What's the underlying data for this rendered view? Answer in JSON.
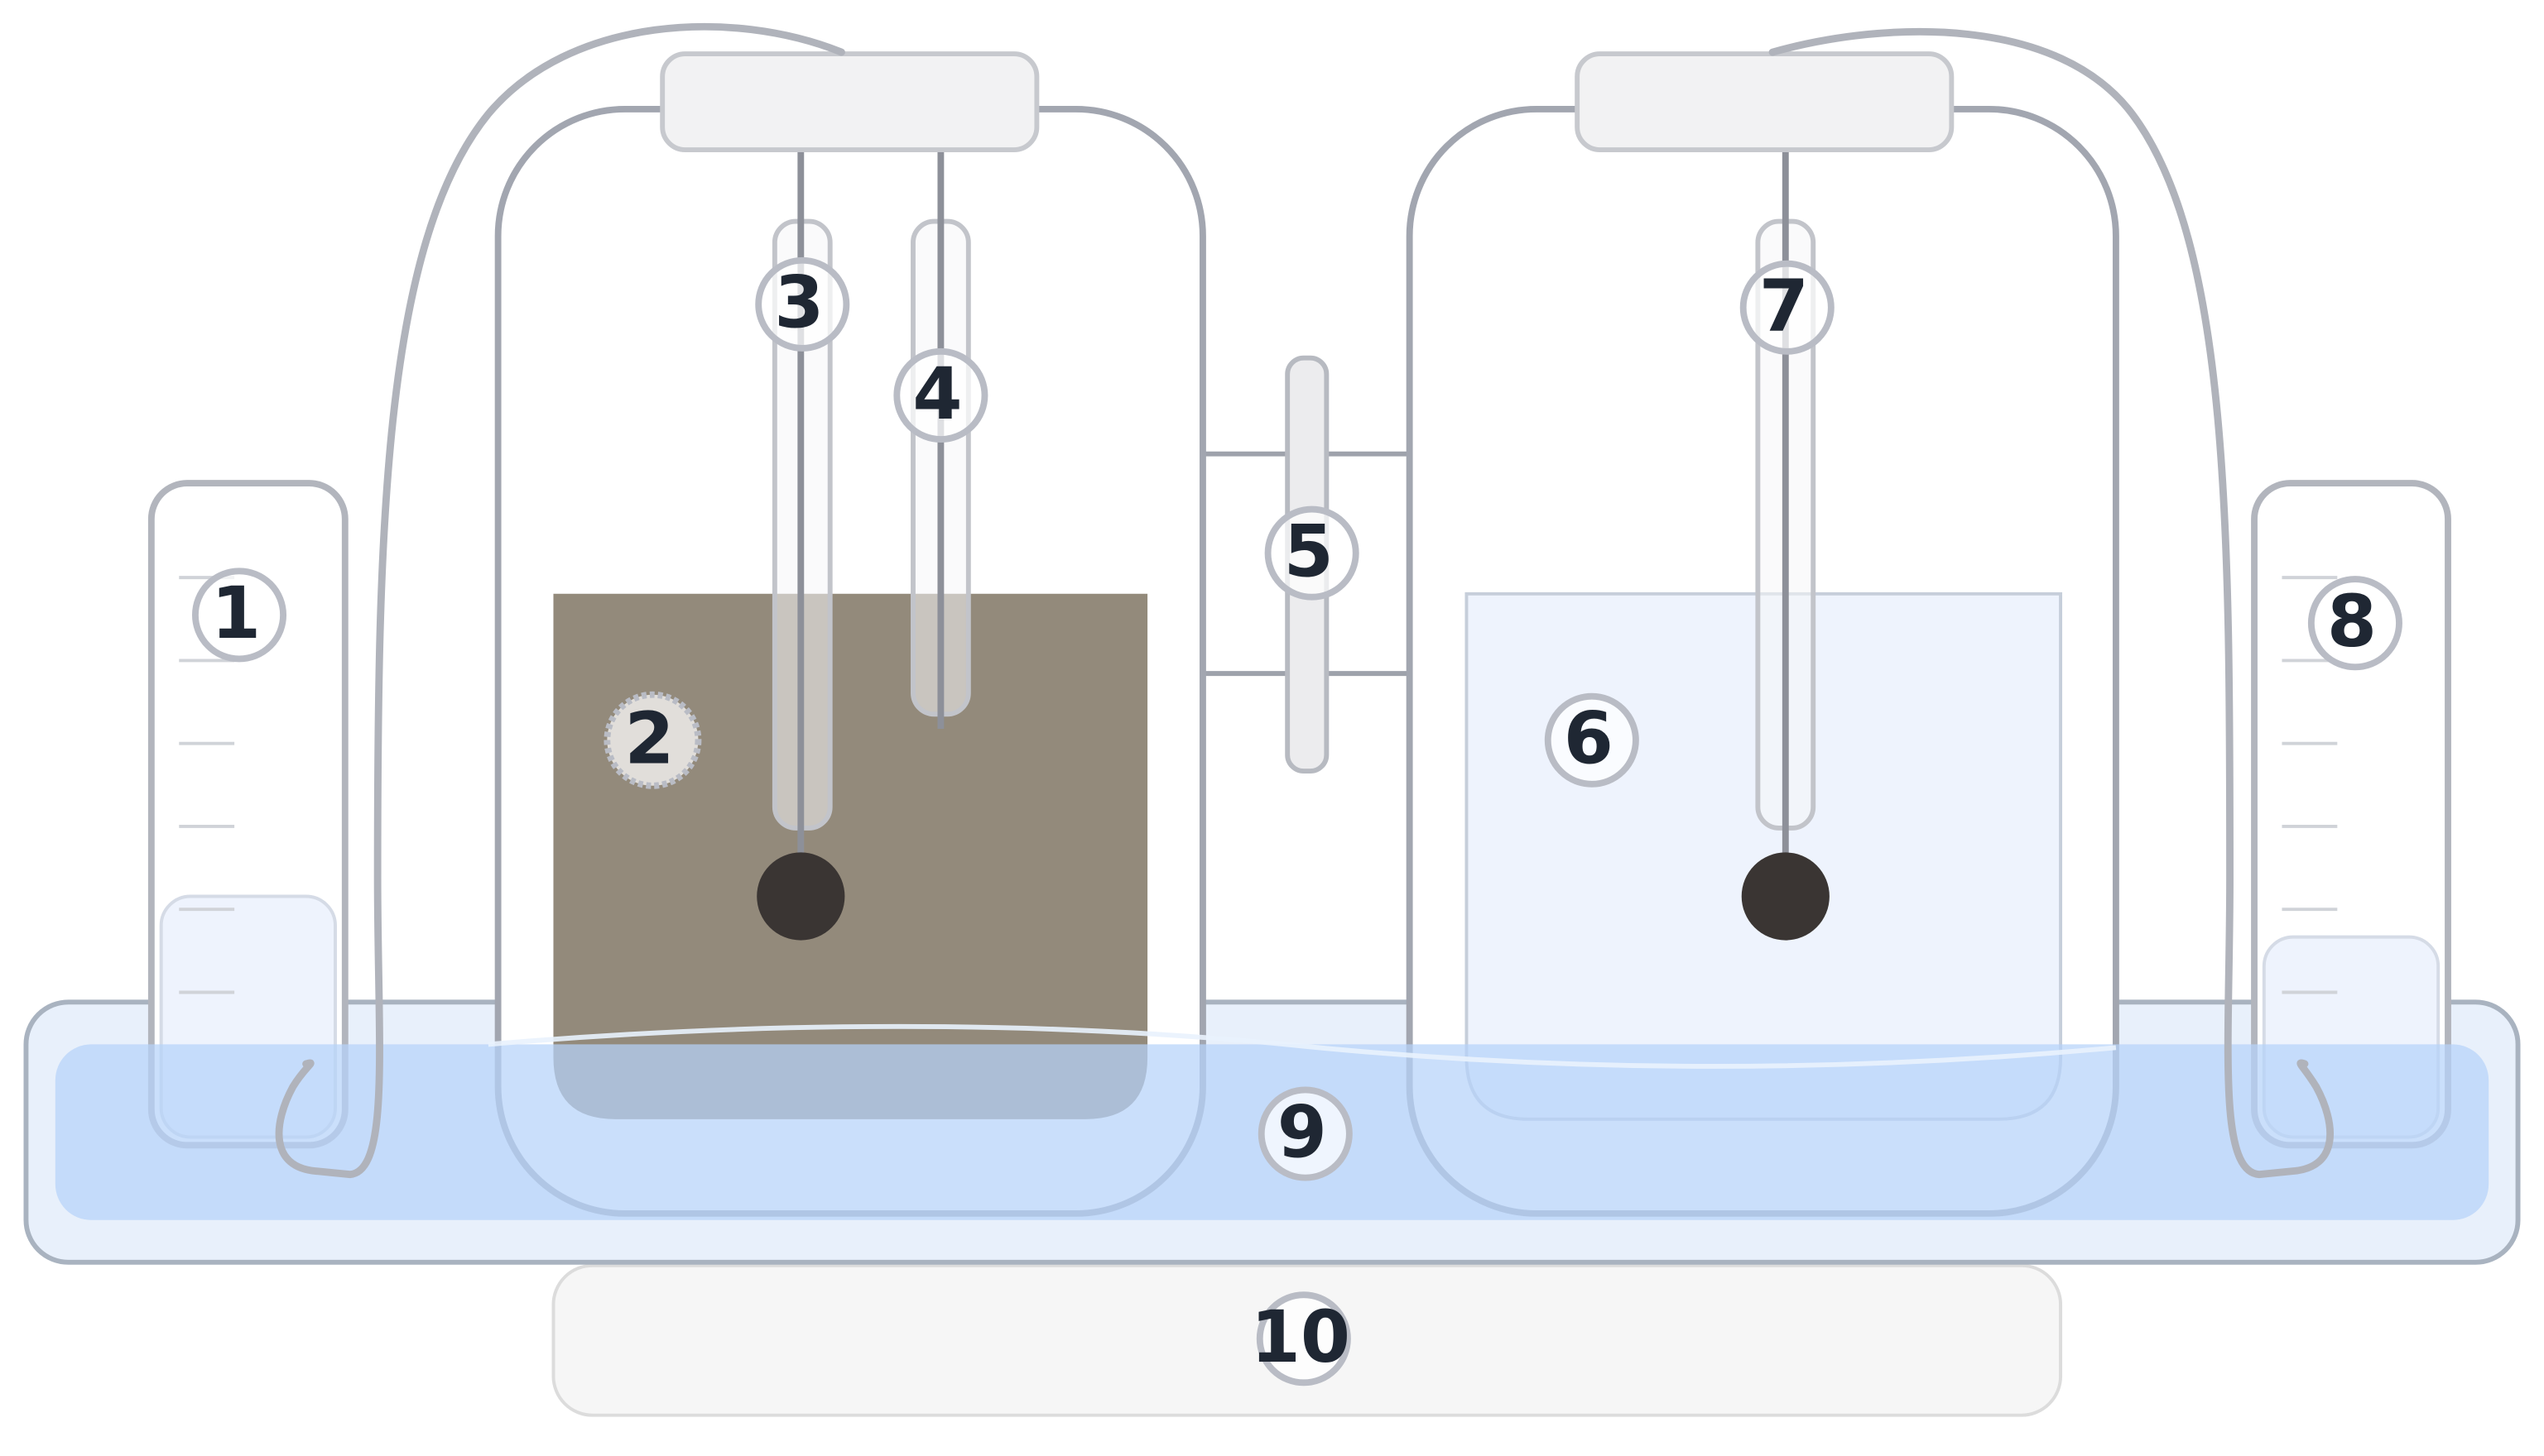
{
  "labels": {
    "l1": "1",
    "l2": "2",
    "l3": "3",
    "l4": "4",
    "l5": "5",
    "l6": "6",
    "l7": "7",
    "l8": "8",
    "l9": "9",
    "l10": "10"
  },
  "colors": {
    "glass_outline": "#a8acb6",
    "left_liquid": "#938a7b",
    "left_liquid_submerged": "#72849e",
    "right_liquid": "#eef3fd",
    "water_bath": "#c3dcfb",
    "water_bath_rim": "#e6effb",
    "electrode_tip": "#3a3533",
    "platform": "#f6f6f6"
  }
}
